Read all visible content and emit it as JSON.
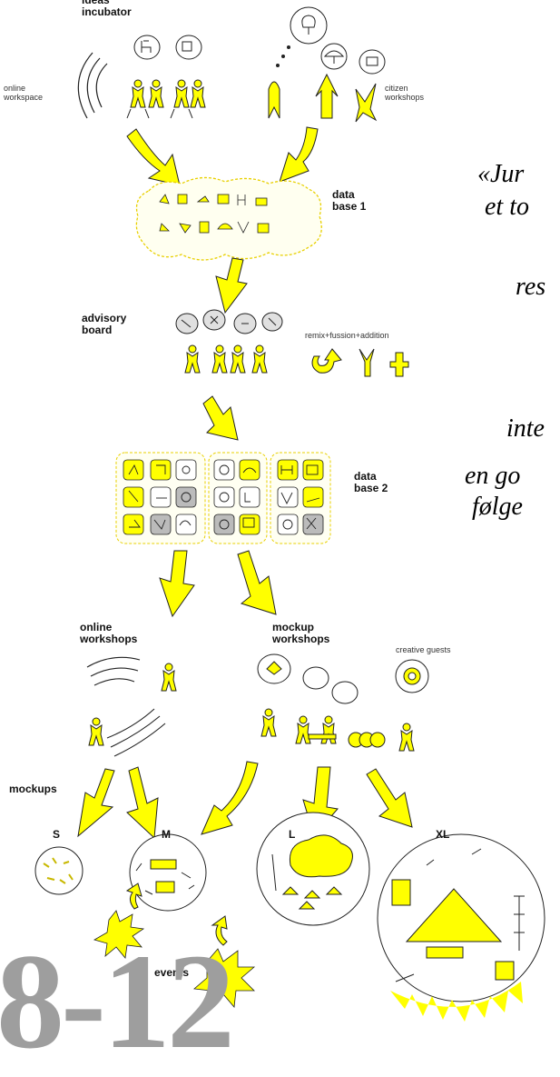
{
  "labels": {
    "ideas_incubator": "ideas incubator",
    "online_workspace": "online workspace",
    "citizen_workshops": "citizen workshops",
    "data_base_1": "data base 1",
    "advisory_board": "advisory board",
    "remix": "remix+fussion+addition",
    "data_base_2": "data base 2",
    "online_workshops": "online workshops",
    "mockup_workshops": "mockup workshops",
    "creative_guests": "creative guests",
    "mockups": "mockups",
    "size_s": "S",
    "size_m": "M",
    "size_l": "L",
    "size_xl": "XL",
    "events": "events"
  },
  "quote_lines": [
    "«Jur",
    "et to",
    "res",
    "inte",
    "en go",
    "følge"
  ],
  "big_number": "8-12",
  "colors": {
    "accent": "#ffff00",
    "outline": "#222222",
    "grey": "#9e9e9e"
  }
}
